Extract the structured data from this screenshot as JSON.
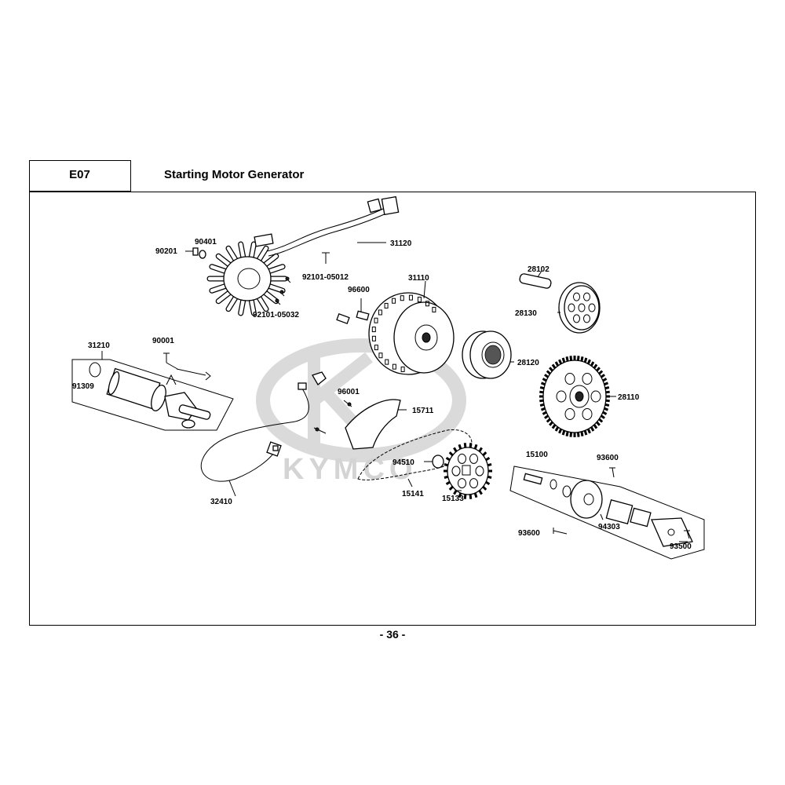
{
  "header": {
    "section_code": "E07",
    "title": "Starting Motor  Generator"
  },
  "footer": {
    "page_number": "- 36 -"
  },
  "watermark": {
    "brand": "KYMCO"
  },
  "parts": [
    {
      "id": "stator",
      "label": "31120"
    },
    {
      "id": "bolt-90201",
      "label": "90201"
    },
    {
      "id": "washer-90401",
      "label": "90401"
    },
    {
      "id": "screw-92101-05012",
      "label": "92101-05012"
    },
    {
      "id": "screw-92101-05032",
      "label": "92101-05032"
    },
    {
      "id": "flywheel",
      "label": "31110"
    },
    {
      "id": "key-96600",
      "label": "96600"
    },
    {
      "id": "pin-28102",
      "label": "28102"
    },
    {
      "id": "plate-28130",
      "label": "28130"
    },
    {
      "id": "clutch-28120",
      "label": "28120"
    },
    {
      "id": "gear-28110",
      "label": "28110"
    },
    {
      "id": "motor-assy",
      "label": "31210"
    },
    {
      "id": "oring-91309",
      "label": "91309"
    },
    {
      "id": "bolt-90001",
      "label": "90001"
    },
    {
      "id": "bolt-96001",
      "label": "96001"
    },
    {
      "id": "guide-15711",
      "label": "15711"
    },
    {
      "id": "cable-32410",
      "label": "32410"
    },
    {
      "id": "washer-94510",
      "label": "94510"
    },
    {
      "id": "chain-15141",
      "label": "15141"
    },
    {
      "id": "sprocket-15133",
      "label": "15133"
    },
    {
      "id": "pump-assy",
      "label": "15100"
    },
    {
      "id": "bolt-93600-top",
      "label": "93600"
    },
    {
      "id": "bolt-93600-bottom",
      "label": "93600"
    },
    {
      "id": "pin-94303",
      "label": "94303"
    },
    {
      "id": "screw-93500",
      "label": "93500"
    }
  ]
}
